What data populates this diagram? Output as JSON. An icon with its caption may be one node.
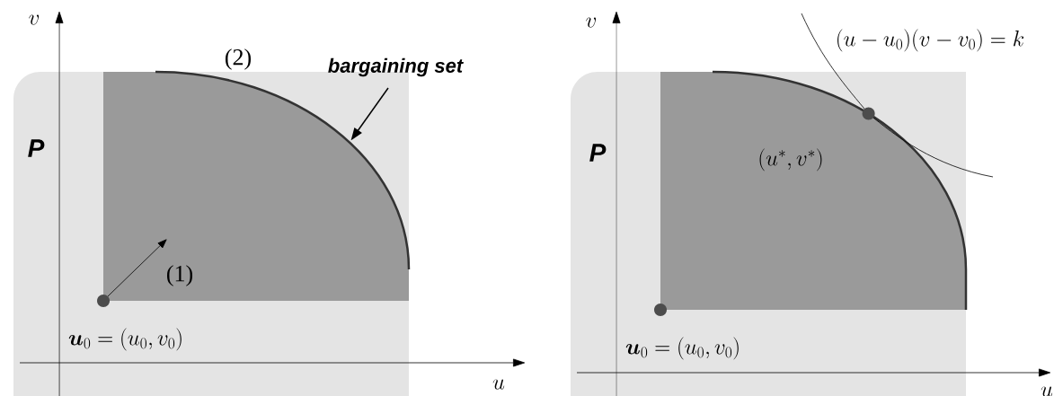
{
  "diagram": {
    "nodes": [
      {
        "text": [
          "bargaining set"
        ]
      },
      {
        "text": [],
        "shape": "arc"
      }
    ],
    "edges": [
      {
        "from": 0,
        "to": 1,
        "arrow": "to"
      }
    ],
    "labels": [
      "v",
      "(2)",
      "P",
      "(1)",
      "\\boldsymbol{u}_0=(u_0,v_0)",
      "u",
      "v",
      "(u-u_0)(v-v_0)=k",
      "P",
      "(u^*,v^*)",
      "\\boldsymbol{u}_0=(u_0,v_0)",
      "u"
    ]
  }
}
